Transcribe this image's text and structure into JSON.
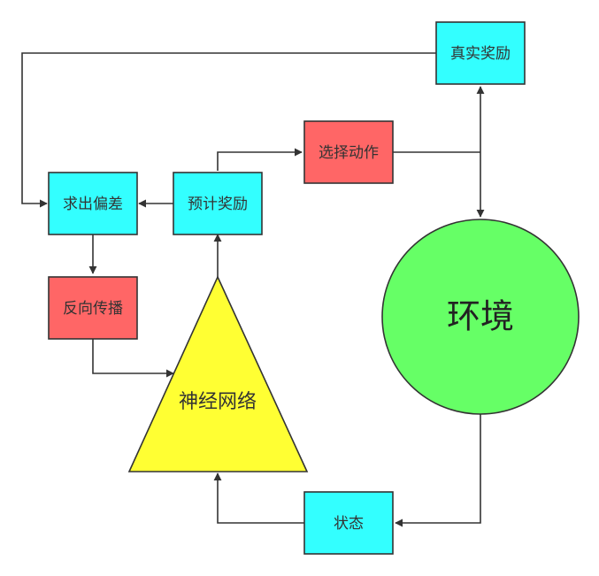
{
  "colors": {
    "cyan": "#33ffff",
    "red": "#ff6666",
    "yellow": "#ffff33",
    "green": "#66ff66",
    "stroke": "#333333"
  },
  "nodes": {
    "real_reward": "真实奖励",
    "select_action": "选择动作",
    "compute_error": "求出偏差",
    "predicted_reward": "预计奖励",
    "backprop": "反向传播",
    "neural_network": "神经网络",
    "environment": "环境",
    "state": "状态"
  }
}
